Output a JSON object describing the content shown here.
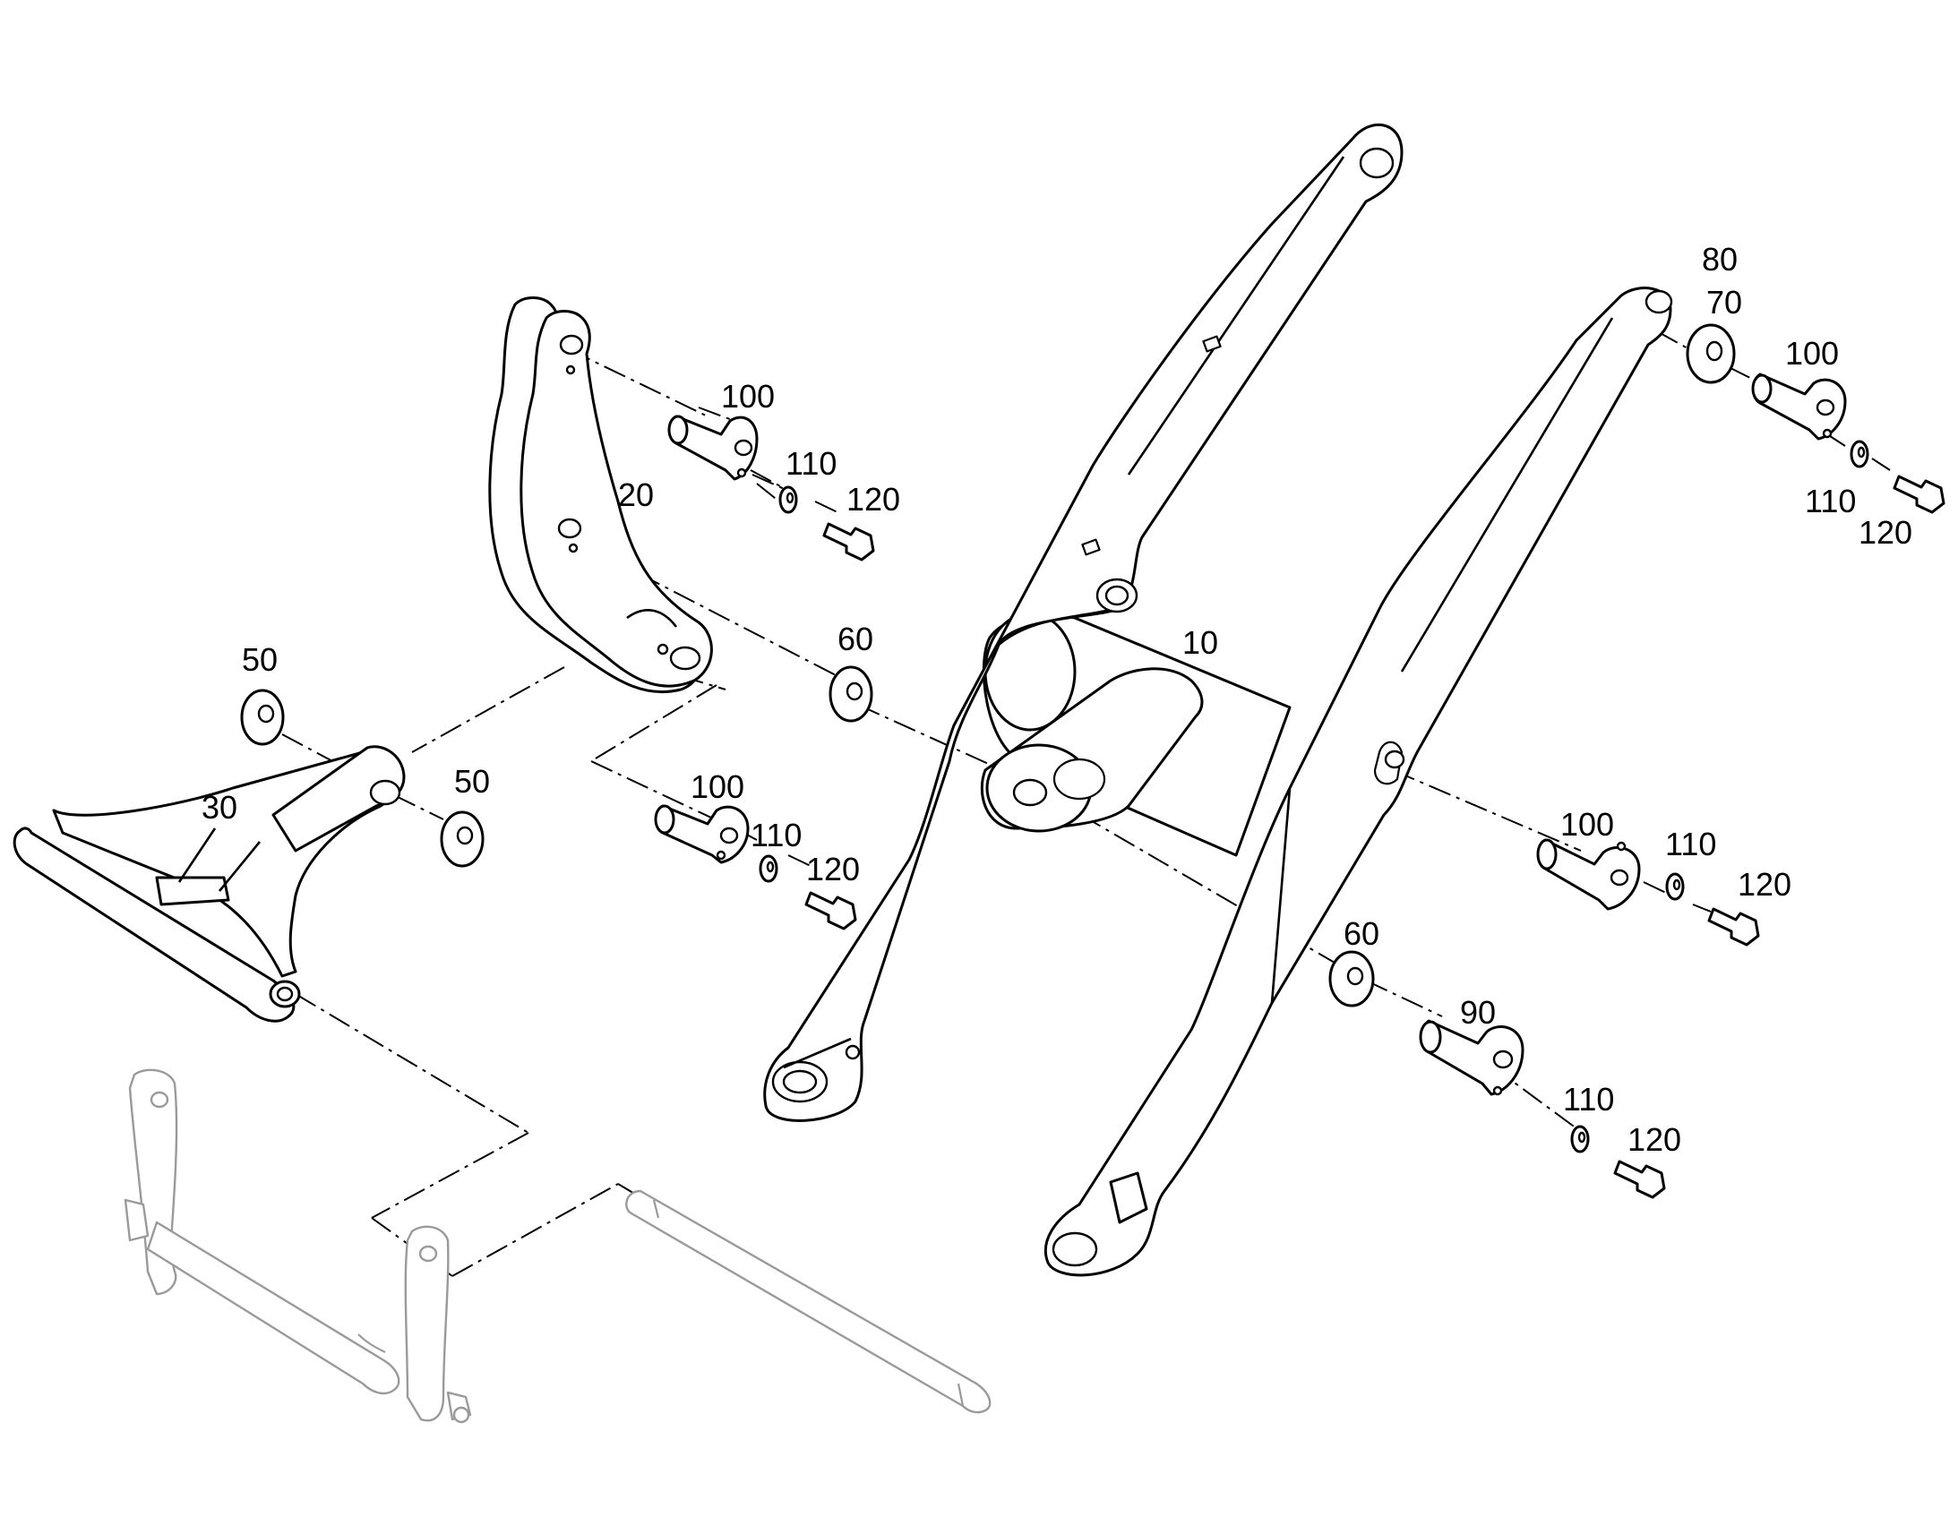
{
  "diagram": {
    "callouts": [
      {
        "id": "arm-10",
        "text": "10"
      },
      {
        "id": "bracket-20",
        "text": "20"
      },
      {
        "id": "crossbar-30",
        "text": "30"
      },
      {
        "id": "washer-50-left",
        "text": "50"
      },
      {
        "id": "washer-50-right",
        "text": "50"
      },
      {
        "id": "washer-60-upper",
        "text": "60"
      },
      {
        "id": "washer-60-lower",
        "text": "60"
      },
      {
        "id": "part-80",
        "text": "80"
      },
      {
        "id": "part-70",
        "text": "70"
      },
      {
        "id": "pin-90",
        "text": "90"
      },
      {
        "id": "pin-100-upper-left",
        "text": "100"
      },
      {
        "id": "pin-100-lower-left",
        "text": "100"
      },
      {
        "id": "pin-100-upper-right",
        "text": "100"
      },
      {
        "id": "pin-100-right",
        "text": "100"
      },
      {
        "id": "washer-110-upper-left",
        "text": "110"
      },
      {
        "id": "washer-110-lower-left",
        "text": "110"
      },
      {
        "id": "washer-110-upper-right",
        "text": "110"
      },
      {
        "id": "washer-110-right",
        "text": "110"
      },
      {
        "id": "washer-110-bottom",
        "text": "110"
      },
      {
        "id": "bolt-120-upper-left",
        "text": "120"
      },
      {
        "id": "bolt-120-lower-left",
        "text": "120"
      },
      {
        "id": "bolt-120-upper-right",
        "text": "120"
      },
      {
        "id": "bolt-120-right",
        "text": "120"
      },
      {
        "id": "bolt-120-bottom",
        "text": "120"
      }
    ]
  }
}
